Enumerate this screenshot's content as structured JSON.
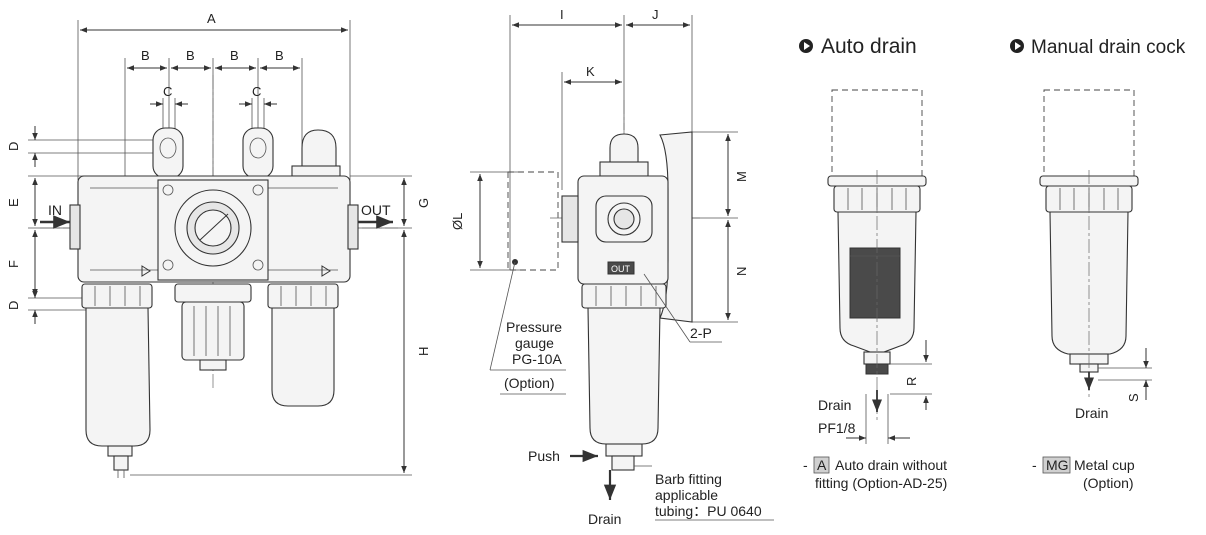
{
  "dimensions": {
    "A": "A",
    "B": "B",
    "C": "C",
    "D": "D",
    "E": "E",
    "F": "F",
    "G": "G",
    "H": "H",
    "I": "I",
    "J": "J",
    "K": "K",
    "L": "ØL",
    "M": "M",
    "N": "N",
    "R": "R",
    "S": "S"
  },
  "front_view": {
    "in_label": "IN",
    "out_label": "OUT"
  },
  "side_view": {
    "out_tag": "OUT",
    "pressure_gauge_line1": "Pressure",
    "pressure_gauge_line2": "gauge",
    "pressure_gauge_model": "PG-10A",
    "option_label": "(Option)",
    "port_label": "2-P",
    "push_label": "Push",
    "drain_label": "Drain",
    "barb_line1": "Barb fitting",
    "barb_line2": "applicable",
    "barb_line3": "tubing：PU 0640"
  },
  "auto_drain": {
    "title": "Auto drain",
    "drain_label": "Drain",
    "thread_label": "PF1/8",
    "dash": "-",
    "code": "A",
    "desc_line1": "Auto drain without",
    "desc_line2": "fitting (Option-AD-25)"
  },
  "manual_drain": {
    "title": "Manual drain cock",
    "drain_label": "Drain",
    "dash": "-",
    "code": "MG",
    "desc_line1": "Metal cup",
    "desc_line2": "(Option)"
  }
}
